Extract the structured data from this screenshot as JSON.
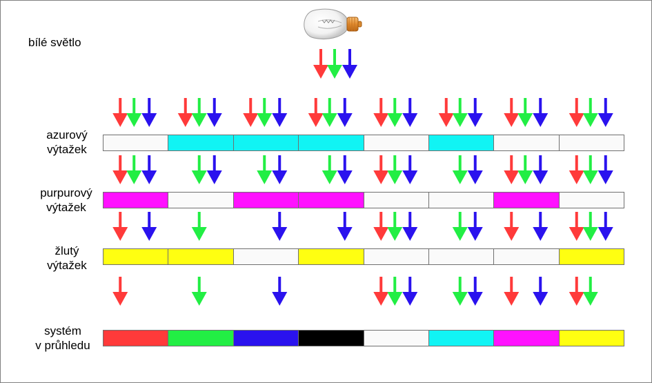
{
  "colors": {
    "red": "#ff3a3a",
    "green": "#22ee44",
    "blue": "#2a12ee",
    "cyan": "#11f4f4",
    "magenta": "#ff11ff",
    "yellow": "#ffff11",
    "black": "#000000",
    "white": "#fafafa"
  },
  "labels": {
    "white_light": "bílé světlo",
    "cyan_line1": "azurový",
    "cyan_line2": "výtažek",
    "magenta_line1": "purpurový",
    "magenta_line2": "výtažek",
    "yellow_line1": "žlutý",
    "yellow_line2": "výtažek",
    "result_line1": "systém",
    "result_line2": "v průhledu"
  },
  "strips": [
    {
      "name": "cyan-filter-strip",
      "cells": [
        "white",
        "cyan",
        "cyan",
        "cyan",
        "white",
        "cyan",
        "white",
        "white"
      ]
    },
    {
      "name": "magenta-filter-strip",
      "cells": [
        "magenta",
        "white",
        "magenta",
        "magenta",
        "white",
        "white",
        "magenta",
        "white"
      ]
    },
    {
      "name": "yellow-filter-strip",
      "cells": [
        "yellow",
        "yellow",
        "white",
        "yellow",
        "white",
        "white",
        "white",
        "yellow"
      ]
    },
    {
      "name": "result-strip",
      "cells": [
        "red",
        "green",
        "blue",
        "black",
        "white",
        "cyan",
        "magenta",
        "yellow"
      ]
    }
  ],
  "light_rows": [
    [
      "rgb",
      "rgb",
      "rgb",
      "rgb",
      "rgb",
      "rgb",
      "rgb",
      "rgb"
    ],
    [
      "rgb",
      "gb",
      "gb",
      "gb",
      "rgb",
      "gb",
      "rgb",
      "rgb"
    ],
    [
      "rb",
      "g",
      "b",
      "b",
      "rgb",
      "gb",
      "rb",
      "rgb"
    ],
    [
      "r",
      "g",
      "b",
      "",
      "rgb",
      "gb",
      "rb",
      "rg"
    ]
  ]
}
